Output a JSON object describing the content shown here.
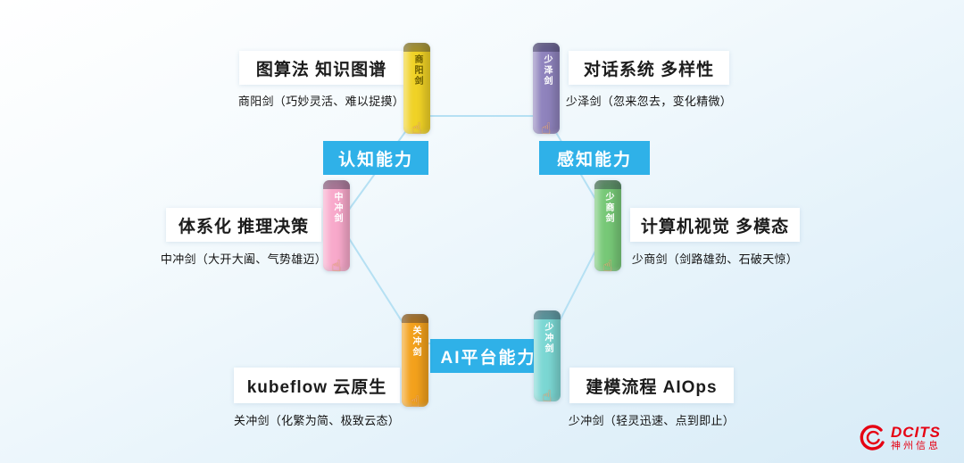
{
  "colors": {
    "hexagon_lines": "#b5e0f3",
    "capability_blue": "#2fb1e8"
  },
  "icons": {
    "hand": "☝"
  },
  "capabilities": [
    {
      "label": "认知能力",
      "color": "#2fb1e8"
    },
    {
      "label": "感知能力",
      "color": "#2fb1e8"
    },
    {
      "label": "AI平台能力",
      "color": "#2fb1e8"
    }
  ],
  "items": [
    {
      "title": "图算法 知识图谱",
      "desc": "商阳剑（巧妙灵活、难以捉摸）",
      "sword": {
        "name": "商阳剑",
        "color": "#f0d226",
        "text_color": "#6b5c00"
      }
    },
    {
      "title": "对话系统 多样性",
      "desc": "少泽剑（忽来忽去，变化精微）",
      "sword": {
        "name": "少泽剑",
        "color": "#8f83bd",
        "text_color": "#ffffff"
      }
    },
    {
      "title": "体系化 推理决策",
      "desc": "中冲剑（大开大阖、气势雄迈）",
      "sword": {
        "name": "中冲剑",
        "color": "#f8a9cb",
        "text_color": "#ffffff"
      }
    },
    {
      "title": "计算机视觉 多模态",
      "desc": "少商剑（剑路雄劲、石破天惊）",
      "sword": {
        "name": "少商剑",
        "color": "#77c877",
        "text_color": "#ffffff"
      }
    },
    {
      "title": "kubeflow 云原生",
      "desc": "关冲剑（化繁为简、极致云态）",
      "sword": {
        "name": "关冲剑",
        "color": "#f3a11c",
        "text_color": "#ffffff"
      }
    },
    {
      "title": "建模流程 AIOps",
      "desc": "少冲剑（轻灵迅速、点到即止）",
      "sword": {
        "name": "少冲剑",
        "color": "#7bd7d3",
        "text_color": "#ffffff"
      }
    }
  ],
  "logo": {
    "brand": "DCITS",
    "company": "神州信息",
    "color": "#e60012"
  }
}
